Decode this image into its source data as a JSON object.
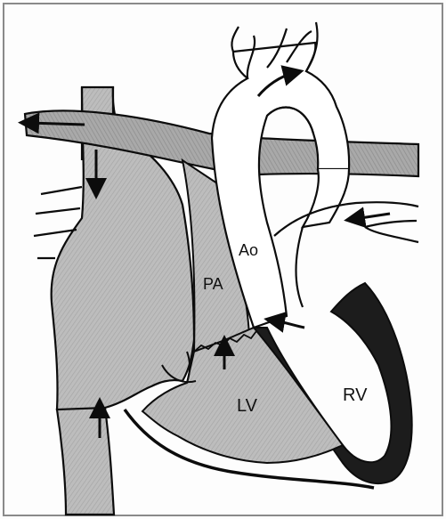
{
  "labels": {
    "ao": "Ao",
    "pa": "PA",
    "lv": "LV",
    "rv": "RV"
  },
  "colors": {
    "border": "#8a8a8a",
    "ink": "#0c0c0c",
    "shade": "#b9b9b9",
    "shade_dark": "#9d9d9d",
    "ventricle_wall": "#1c1c1c"
  }
}
